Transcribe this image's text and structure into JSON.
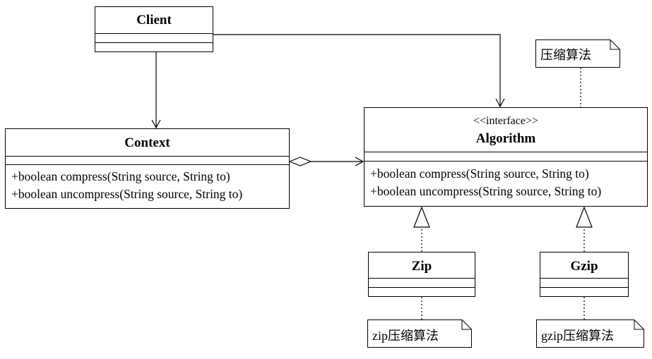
{
  "classes": {
    "client": {
      "name": "Client"
    },
    "context": {
      "name": "Context",
      "operations": [
        "+boolean compress(String source, String to)",
        "+boolean uncompress(String source, String to)"
      ]
    },
    "algorithm": {
      "stereotype": "<<interface>>",
      "name": "Algorithm",
      "operations": [
        "+boolean compress(String source, String to)",
        "+boolean uncompress(String source, String to)"
      ]
    },
    "zip": {
      "name": "Zip"
    },
    "gzip": {
      "name": "Gzip"
    }
  },
  "notes": {
    "algorithm_note": "压缩算法",
    "zip_note": "zip压缩算法",
    "gzip_note": "gzip压缩算法"
  }
}
